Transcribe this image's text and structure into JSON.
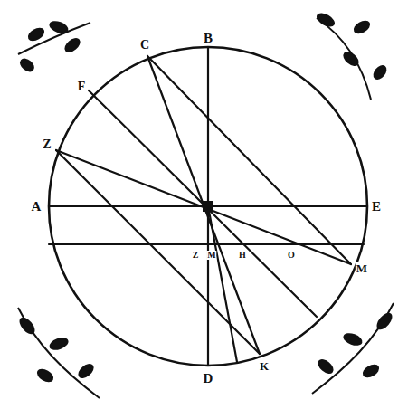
{
  "diagram": {
    "labels": [
      "B",
      "C",
      "F",
      "Z",
      "A",
      "E",
      "D",
      "K",
      "M",
      "Z",
      "M",
      "H",
      "O"
    ]
  }
}
